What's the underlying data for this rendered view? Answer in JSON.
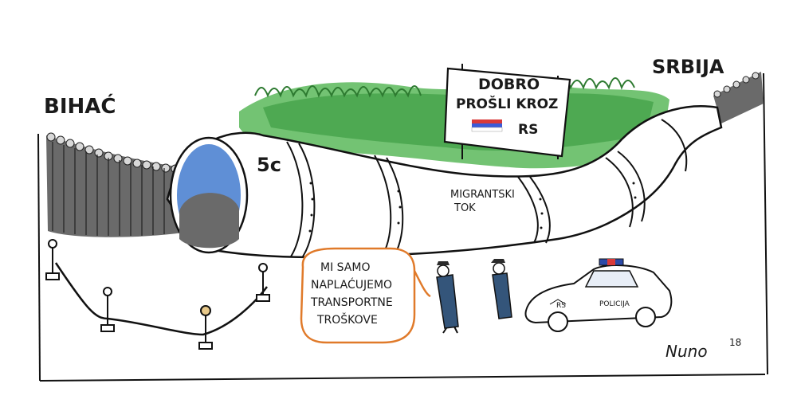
{
  "cartoon": {
    "label_left": "BIHAĆ",
    "label_right": "SRBIJA",
    "sign": {
      "line1": "DOBRO",
      "line2": "PROŠLI KROZ",
      "line3": "RS",
      "flag_colors": [
        "#d93a3a",
        "#3a5bd9",
        "#ffffff"
      ]
    },
    "pipe_price": "5c",
    "pipe_label_line1": "MIGRANTSKI",
    "pipe_label_line2": "TOK",
    "speech": {
      "line1": "MI SAMO",
      "line2": "NAPLAĆUJEMO",
      "line3": "TRANSPORTNE",
      "line4": "TROŠKOVE",
      "border_color": "#e07a2a"
    },
    "car": {
      "hood_text": "RS",
      "door_text": "POLICIJA"
    },
    "signature": "Nuno",
    "year": "18"
  }
}
